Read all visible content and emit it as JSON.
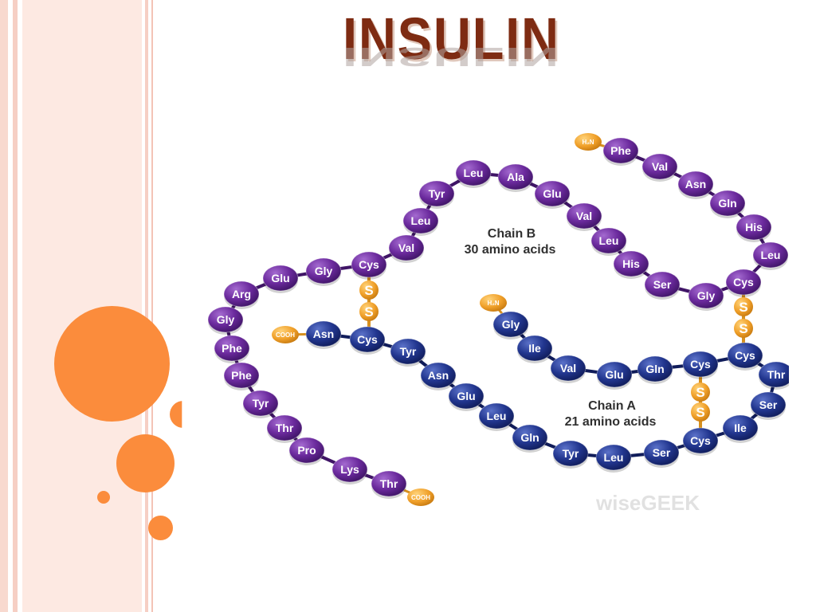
{
  "title": "INSULIN",
  "colors": {
    "chain_b": "#6b2a9d",
    "chain_a": "#22368f",
    "disulfide": "#f0a02a",
    "terminal": "#f0a02a",
    "title": "#7e2b12",
    "circles": "#fb8c3c",
    "stripe": "#f6cfc4"
  },
  "diagram": {
    "chain_b_label": [
      "Chain B",
      "30 amino acids"
    ],
    "chain_a_label": [
      "Chain A",
      "21 amino acids"
    ],
    "chain_b_start": "H₂N",
    "chain_b_end": "COOH",
    "chain_a_start": "H₂N",
    "chain_a_end": "COOH",
    "disulfide_symbol": "S",
    "chain_b": [
      "Phe",
      "Val",
      "Asn",
      "Gln",
      "His",
      "Leu",
      "Cys",
      "Gly",
      "Ser",
      "His",
      "Leu",
      "Val",
      "Glu",
      "Ala",
      "Leu",
      "Tyr",
      "Leu",
      "Val",
      "Cys",
      "Gly",
      "Glu",
      "Arg",
      "Gly",
      "Phe",
      "Phe",
      "Tyr",
      "Thr",
      "Pro",
      "Lys",
      "Thr"
    ],
    "chain_a": [
      "Gly",
      "Ile",
      "Val",
      "Glu",
      "Gln",
      "Cys",
      "Cys",
      "Thr",
      "Ser",
      "Ile",
      "Cys",
      "Ser",
      "Leu",
      "Tyr",
      "Gln",
      "Leu",
      "Glu",
      "Asn",
      "Tyr",
      "Cys",
      "Asn"
    ],
    "watermark": "wiseGEEK"
  }
}
